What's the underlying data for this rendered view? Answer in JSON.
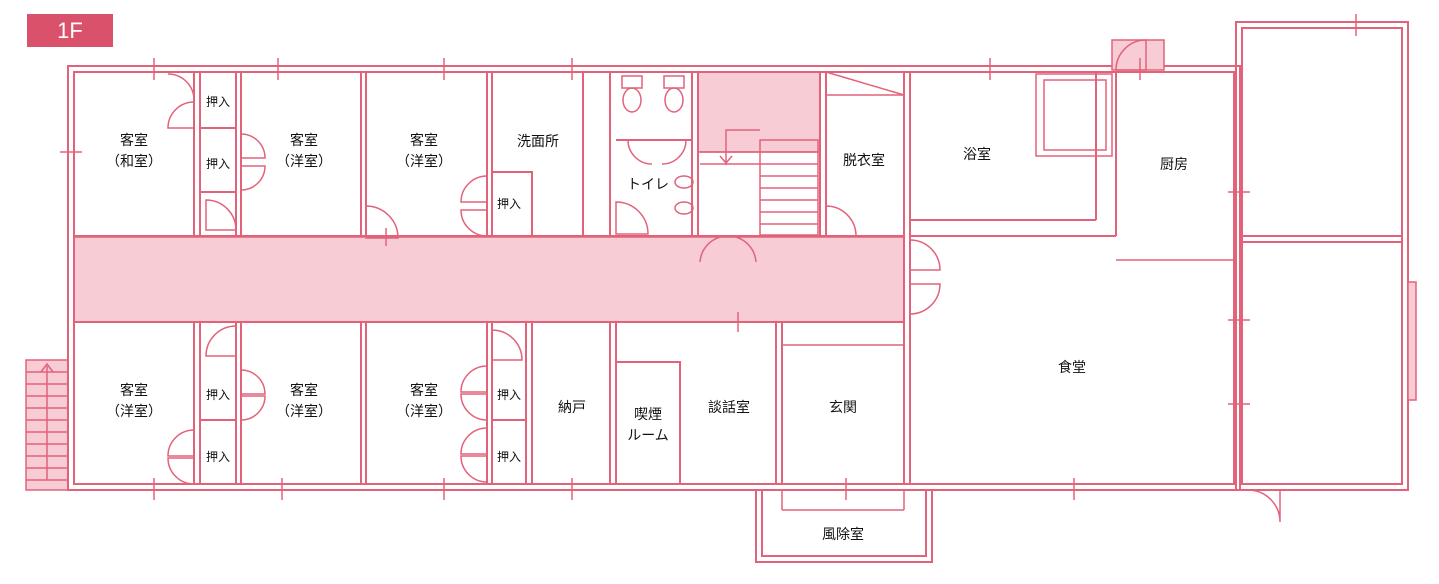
{
  "floor_label": "1F",
  "colors": {
    "wall": "#e2627a",
    "fill": "#f8ccd5",
    "badge": "#d9516a"
  },
  "rooms": {
    "guest1_title": "客室",
    "guest1_sub": "（和室）",
    "guest2_title": "客室",
    "guest2_sub": "（洋室）",
    "guest3_title": "客室",
    "guest3_sub": "（洋室）",
    "guest4_title": "客室",
    "guest4_sub": "（洋室）",
    "guest5_title": "客室",
    "guest5_sub": "（洋室）",
    "guest6_title": "客室",
    "guest6_sub": "（洋室）",
    "closet": "押入",
    "washroom": "洗面所",
    "toilet": "トイレ",
    "dressing": "脱衣室",
    "bath": "浴室",
    "kitchen": "厨房",
    "dining": "食堂",
    "storage": "納戸",
    "smoking_1": "喫煙",
    "smoking_2": "ルーム",
    "lounge": "談話室",
    "entrance": "玄関",
    "windbreak": "風除室"
  }
}
